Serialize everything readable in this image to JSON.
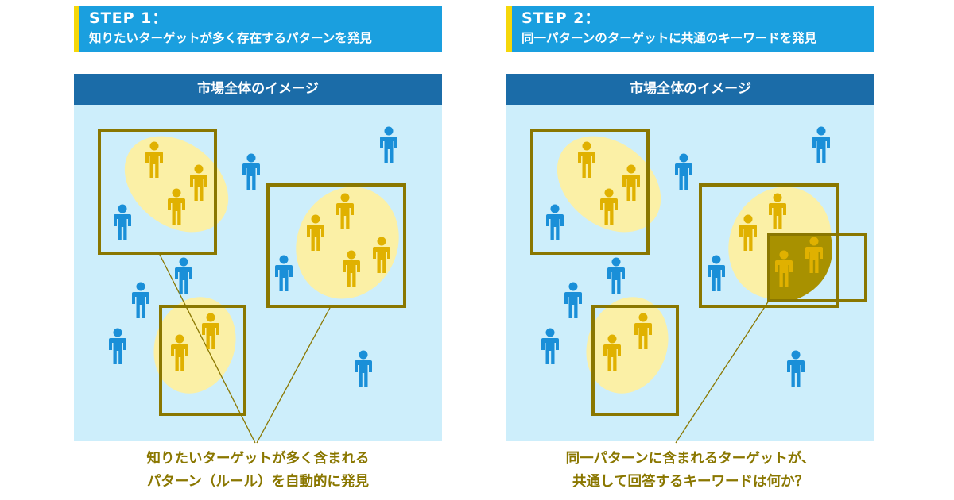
{
  "step1": {
    "label": "STEP 1：",
    "desc": "知りたいターゲットが多く存在するパターンを発見"
  },
  "step2": {
    "label": "STEP 2：",
    "desc": "同一パターンのターゲットに共通のキーワードを発見"
  },
  "panel1": {
    "title": "市場全体のイメージ"
  },
  "panel2": {
    "title": "市場全体のイメージ"
  },
  "caption1": {
    "line1": "知りたいターゲットが多く含まれる",
    "line2": "パターン（ルール）を自動的に発見"
  },
  "caption2": {
    "line1": "同一パターンに含まれるターゲットが、",
    "line2": "共通して回答するキーワードは何か？"
  },
  "colors": {
    "header_bg": "#1a9fdf",
    "header_accent": "#f5d70a",
    "panel_title_bg": "#1b6ca8",
    "panel_bg": "#cdeefb",
    "frame": "#8a7700",
    "ellipse": "#fbf0a6",
    "target_person": "#e0b100",
    "other_person": "#1a8fd8",
    "overlap_fill": "#a89100",
    "caption_text": "#8a7700"
  },
  "icons": [
    "person-icon"
  ]
}
